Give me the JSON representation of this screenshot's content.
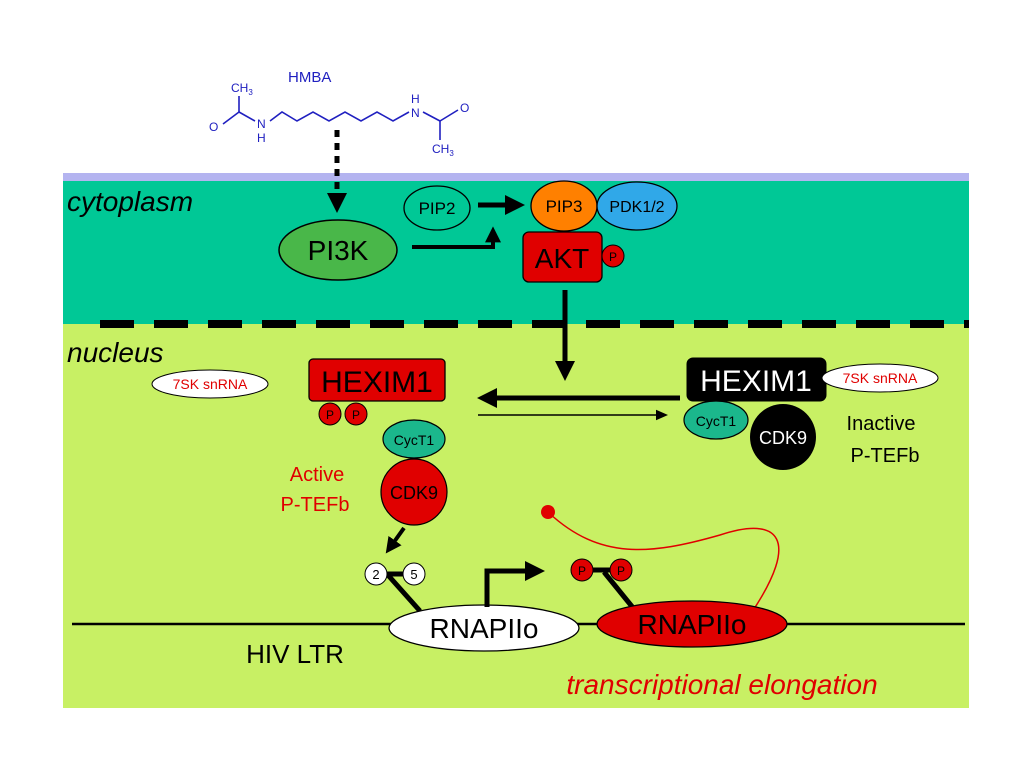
{
  "compartments": {
    "cytoplasm": "cytoplasm",
    "nucleus": "nucleus"
  },
  "molecule": {
    "name": "HMBA",
    "methyl_left": "CH",
    "methyl_left_sub": "3",
    "methyl_right": "CH",
    "methyl_right_sub": "3",
    "oxygen_left": "O",
    "oxygen_right": "O",
    "nitrogen_left": "N",
    "hydrogen_left": "H",
    "nitrogen_right": "N",
    "hydrogen_right": "H"
  },
  "nodes": {
    "pi3k": "PI3K",
    "pip2": "PIP2",
    "pip3": "PIP3",
    "pdk": "PDK1/2",
    "akt": "AKT",
    "akt_p": "P",
    "hexim1_active": "HEXIM1",
    "hexim1_inactive": "HEXIM1",
    "snrna_left": "7SK snRNA",
    "snrna_right": "7SK snRNA",
    "p1": "P",
    "p2": "P",
    "cyct1_active": "CycT1",
    "cdk9_active": "CDK9",
    "cyct1_inactive": "CycT1",
    "cdk9_inactive": "CDK9",
    "ser2": "2",
    "ser5": "5",
    "rnap_left": "RNAPIIo",
    "rnap_right": "RNAPIIo",
    "ctd_p1": "P",
    "ctd_p2": "P"
  },
  "labels": {
    "active_line1": "Active",
    "active_line2": "P-TEFb",
    "inactive_line1": "Inactive",
    "inactive_line2": "P-TEFb",
    "hiv_ltr": "HIV LTR",
    "elongation": "transcriptional elongation"
  },
  "colors": {
    "cytoplasm": "#00C896",
    "nucleus": "#C8F064",
    "membrane": "#B4B4F0",
    "red": "#E00000",
    "label_red": "#E00000",
    "green": "#49B749",
    "orange": "#FF8000",
    "blue": "#30A8E8",
    "teal": "#1BB78C",
    "molecule": "#2020C0"
  }
}
